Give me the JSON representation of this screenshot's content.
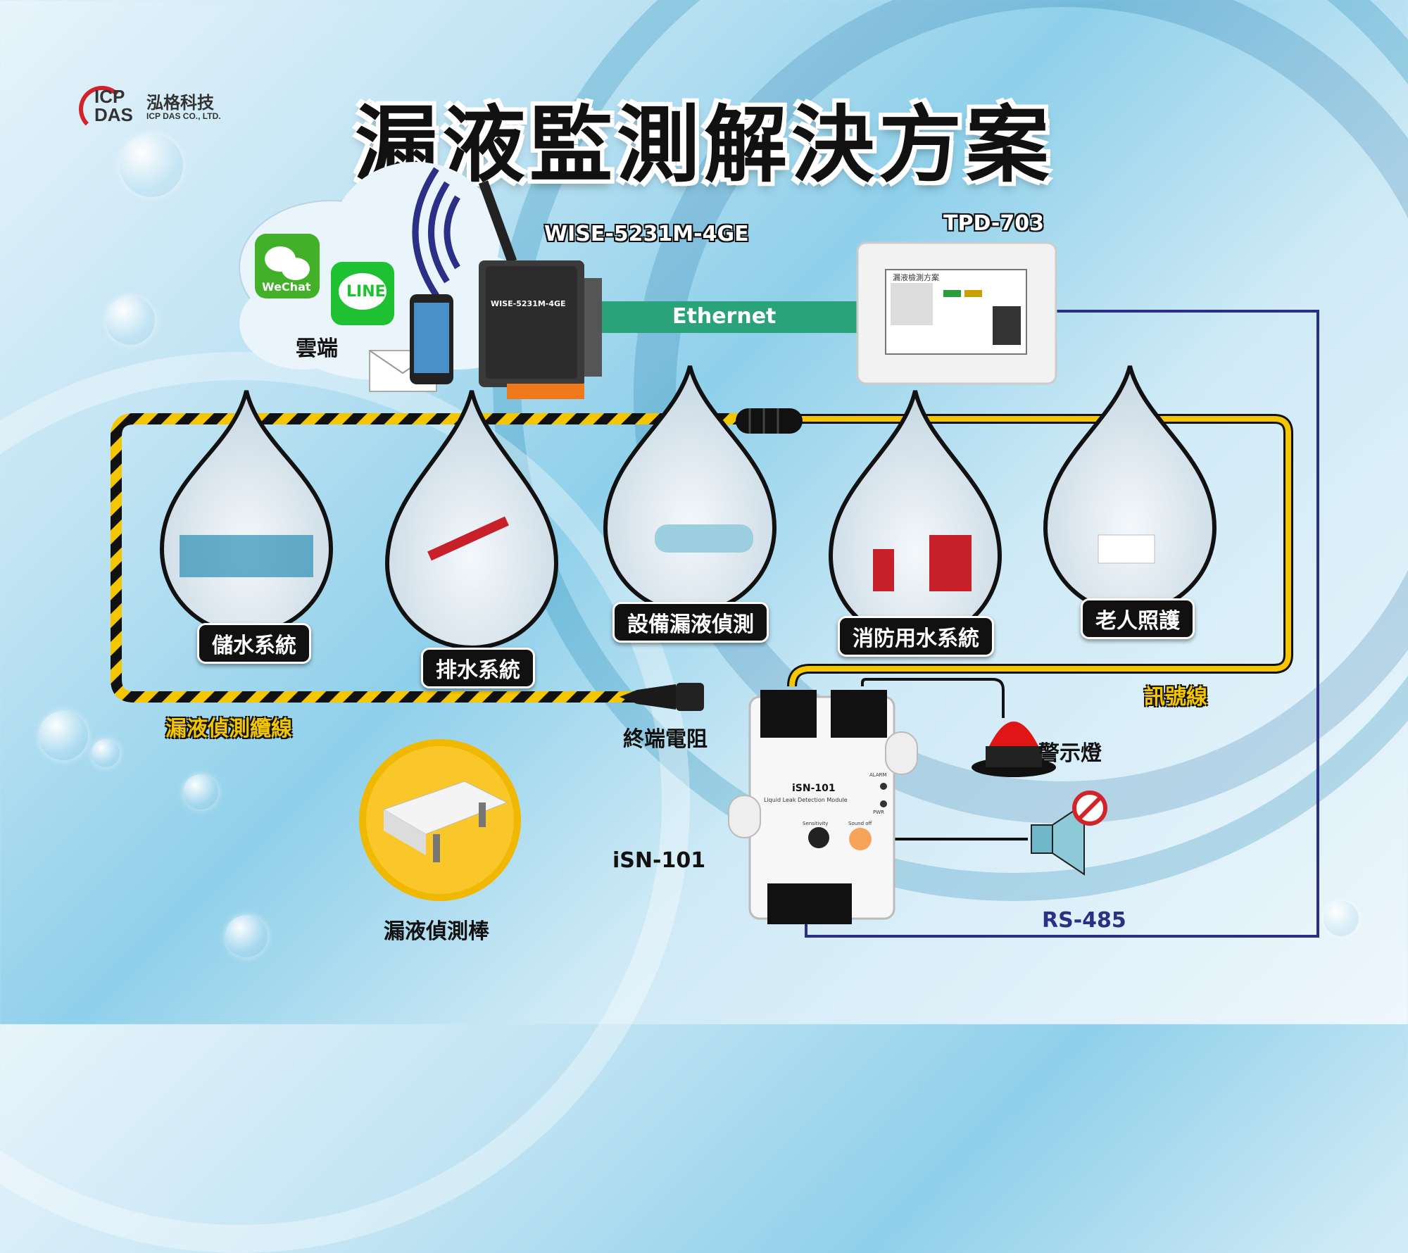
{
  "title": "漏液監測解決方案",
  "logo": {
    "mark_top": "ICP",
    "mark_bottom": "DAS",
    "name_cn": "泓格科技",
    "name_en": "ICP DAS CO., LTD."
  },
  "cloud": {
    "label": "雲端",
    "wechat": "WeChat",
    "line": "LINE"
  },
  "gateway": {
    "label": "WISE-5231M-4GE",
    "device_text": "WISE-5231M-4GE"
  },
  "hmi": {
    "label": "TPD-703",
    "screen_title": "漏液檢測方案"
  },
  "link": {
    "ethernet": "Ethernet",
    "rs485": "RS-485"
  },
  "applications": [
    {
      "label": "儲水系統"
    },
    {
      "label": "排水系統"
    },
    {
      "label": "設備漏液偵測"
    },
    {
      "label": "消防用水系統"
    },
    {
      "label": "老人照護"
    }
  ],
  "cable": {
    "leak_cable": "漏液偵測纜線",
    "signal_line": "訊號線",
    "terminator": "終端電阻"
  },
  "module": {
    "label": "iSN-101",
    "model_text": "iSN-101",
    "desc": "Liquid Leak Detection Module",
    "sensitivity": "Sensitivity",
    "sound_off": "Sound off",
    "alarm": "ALARM",
    "pwr": "PWR"
  },
  "accessories": {
    "beacon": "警示燈",
    "probe": "漏液偵測棒"
  },
  "colors": {
    "ethernet_bar": "#2aa27a",
    "rs485_line": "#2b2f86",
    "cable_yellow": "#f3c600"
  }
}
